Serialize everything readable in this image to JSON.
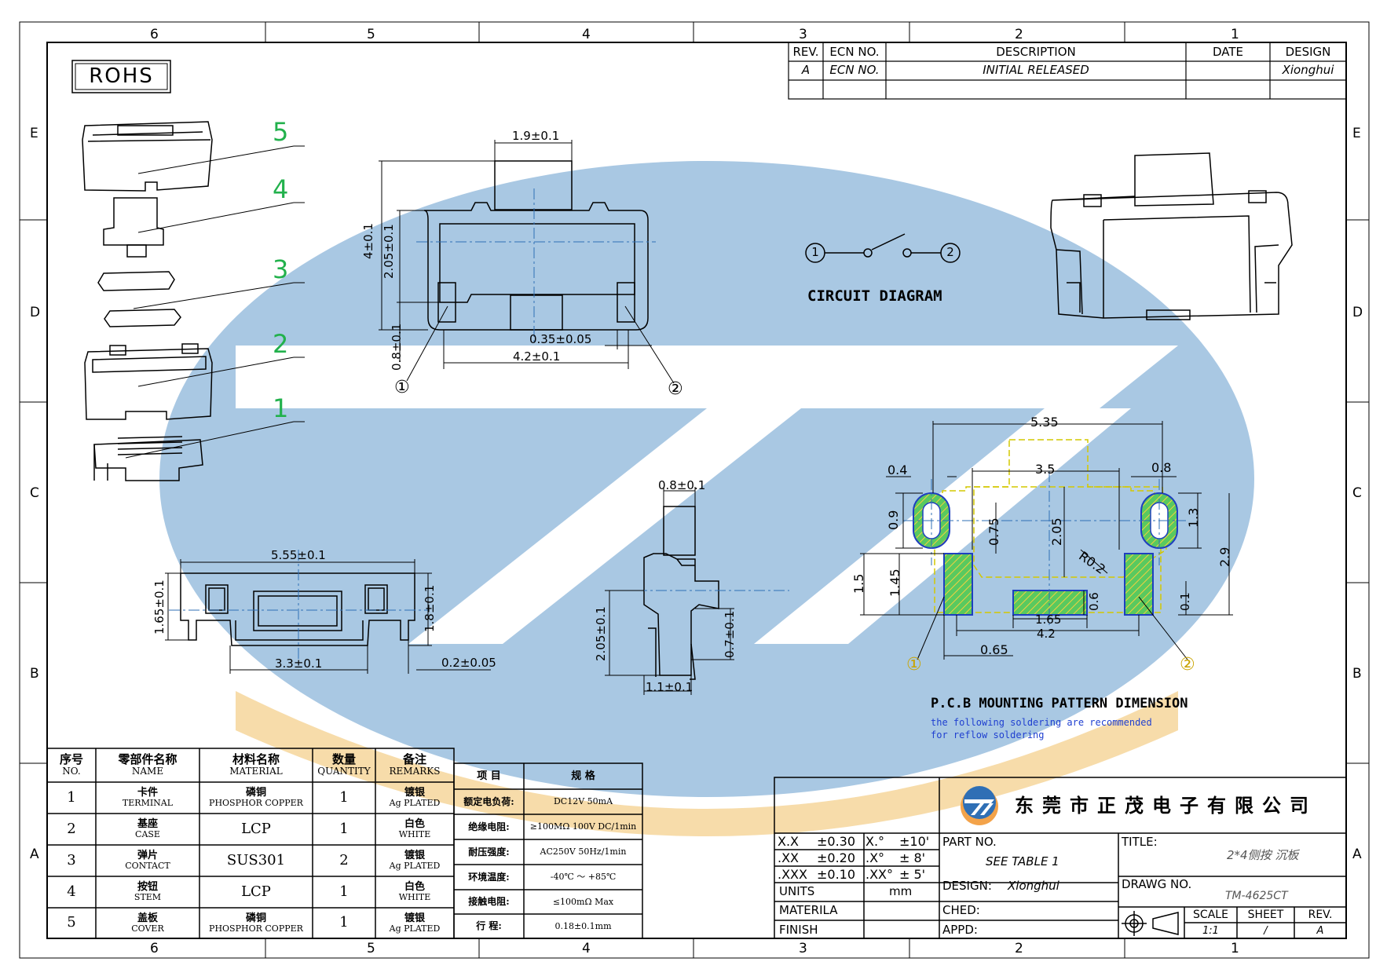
{
  "colors": {
    "ink": "#000000",
    "watermark_blue": "#a9c8e3",
    "watermark_orange": "#f7dcaa",
    "label_green": "#22b14c",
    "dim_blue": "#2f6fb5",
    "pad_green": "#49c45a",
    "outline_yellow": "#d4c800",
    "caption_blue": "#1f3fd0"
  },
  "border": {
    "cols_top": [
      "6",
      "5",
      "4",
      "3",
      "2",
      "1"
    ],
    "cols_bottom": [
      "6",
      "5",
      "4",
      "3",
      "2",
      "1"
    ],
    "rows_left": [
      "E",
      "D",
      "C",
      "B",
      "A"
    ],
    "rows_right": [
      "E",
      "D",
      "C",
      "B",
      "A"
    ]
  },
  "rohs": "ROHS",
  "revision": {
    "headers": {
      "rev": "REV.",
      "ecn": "ECN NO.",
      "desc": "DESCRIPTION",
      "date": "DATE",
      "design": "DESIGN"
    },
    "row": {
      "rev": "A",
      "ecn": "ECN NO.",
      "desc": "INITIAL RELEASED",
      "date": "",
      "design": "Xionghui"
    }
  },
  "exploded_labels": [
    "5",
    "4",
    "3",
    "2",
    "1"
  ],
  "front_view": {
    "d_top": "1.9±0.1",
    "d_h1": "4±0.1",
    "d_h2": "2.05±0.1",
    "d_h3": "0.8±0.1",
    "d_pitch": "0.35±0.05",
    "d_width": "4.2±0.1",
    "pin1": "①",
    "pin2": "②"
  },
  "circuit": {
    "pin1": "1",
    "pin2": "2",
    "title": "CIRCUIT DIAGRAM"
  },
  "bottom_view": {
    "d_width": "5.55±0.1",
    "d_height": "1.65±0.1",
    "d_right": "1.8±0.1",
    "d_body": "3.3±0.1",
    "d_thick": "0.2±0.05"
  },
  "side_view": {
    "d_top": "0.8±0.1",
    "d_height": "2.05±0.1",
    "d_leg": "0.7±0.1",
    "d_base": "1.1±0.1"
  },
  "pcb": {
    "d_535": "5.35",
    "d_04": "0.4",
    "d_35": "3.5",
    "d_08": "0.8",
    "d_09": "0.9",
    "d_075": "0.75",
    "d_205": "2.05",
    "d_r02": "R0.2",
    "d_13": "1.3",
    "d_29": "2.9",
    "d_15": "1.5",
    "d_145": "1.45",
    "d_06": "0.6",
    "d_01": "0.1",
    "d_165": "1.65",
    "d_42": "4.2",
    "d_065": "0.65",
    "pin1": "①",
    "pin2": "②",
    "title": "P.C.B MOUNTING PATTERN DIMENSION",
    "note1": "the following soldering are recommended",
    "note2": "for reflow soldering"
  },
  "bom": {
    "headers": [
      {
        "cn": "序号",
        "en": "NO."
      },
      {
        "cn": "零部件名称",
        "en": "NAME"
      },
      {
        "cn": "材料名称",
        "en": "MATERIAL"
      },
      {
        "cn": "数量",
        "en": "QUANTITY"
      },
      {
        "cn": "备注",
        "en": "REMARKS"
      }
    ],
    "rows": [
      {
        "no": "1",
        "name_cn": "卡件",
        "name_en": "TERMINAL",
        "mat_cn": "磷铜",
        "mat_en": "PHOSPHOR COPPER",
        "qty": "1",
        "rem_cn": "镀银",
        "rem_en": "Ag PLATED"
      },
      {
        "no": "2",
        "name_cn": "基座",
        "name_en": "CASE",
        "mat_cn": "",
        "mat_en": "LCP",
        "qty": "1",
        "rem_cn": "白色",
        "rem_en": "WHITE"
      },
      {
        "no": "3",
        "name_cn": "弹片",
        "name_en": "CONTACT",
        "mat_cn": "",
        "mat_en": "SUS301",
        "qty": "2",
        "rem_cn": "镀银",
        "rem_en": "Ag PLATED"
      },
      {
        "no": "4",
        "name_cn": "按钮",
        "name_en": "STEM",
        "mat_cn": "",
        "mat_en": "LCP",
        "qty": "1",
        "rem_cn": "白色",
        "rem_en": "WHITE"
      },
      {
        "no": "5",
        "name_cn": "盖板",
        "name_en": "COVER",
        "mat_cn": "磷铜",
        "mat_en": "PHOSPHOR COPPER",
        "qty": "1",
        "rem_cn": "镀银",
        "rem_en": "Ag PLATED"
      }
    ]
  },
  "spec": {
    "headers": {
      "item": "项 目",
      "spec": "规 格"
    },
    "rows": [
      {
        "k": "额定电负荷:",
        "v": "DC12V 50mA"
      },
      {
        "k": "绝缘电阻:",
        "v": "≥100MΩ 100V DC/1min"
      },
      {
        "k": "耐压强度:",
        "v": "AC250V 50Hz/1min"
      },
      {
        "k": "环境温度:",
        "v": "-40℃ ～ +85℃"
      },
      {
        "k": "接触电阻:",
        "v": "≤100mΩ Max"
      },
      {
        "k": "行 程:",
        "v": "0.18±0.1mm"
      }
    ]
  },
  "tolerance": {
    "rows": [
      {
        "a": "X.X",
        "b": "±0.30",
        "c": "X.°",
        "d": "±10'"
      },
      {
        "a": ".XX",
        "b": "±0.20",
        "c": ".X°",
        "d": "± 8'"
      },
      {
        "a": ".XXX",
        "b": "±0.10",
        "c": ".XX°",
        "d": "± 5'"
      }
    ],
    "units_label": "UNITS",
    "units_value": "mm",
    "material_label": "MATERILA",
    "finish_label": "FINISH"
  },
  "titleblock": {
    "company": "东莞市正茂电子有限公司",
    "part_no_label": "PART NO.",
    "part_no_value": "SEE TABLE 1",
    "design_label": "DESIGN:",
    "design_value": "Xionghui",
    "ched_label": "CHED:",
    "appd_label": "APPD:",
    "title_label": "TITLE:",
    "title_value": "2*4侧按 沉板",
    "drawg_label": "DRAWG NO.",
    "drawg_value": "TM-4625CT",
    "scale_label": "SCALE",
    "scale_value": "1:1",
    "sheet_label": "SHEET",
    "sheet_value": "/",
    "rev_label": "REV.",
    "rev_value": "A"
  }
}
